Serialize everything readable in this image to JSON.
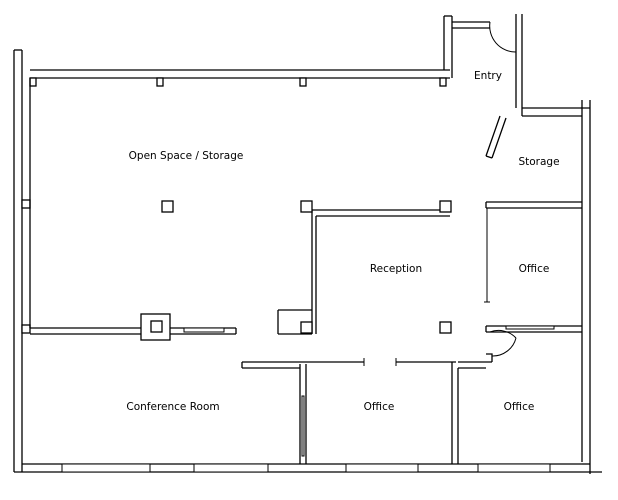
{
  "floor_plan": {
    "rooms": [
      {
        "id": "entry",
        "label": "Entry"
      },
      {
        "id": "open-space-storage",
        "label": "Open Space / Storage"
      },
      {
        "id": "storage",
        "label": "Storage"
      },
      {
        "id": "reception",
        "label": "Reception"
      },
      {
        "id": "office-east",
        "label": "Office"
      },
      {
        "id": "conference-room",
        "label": "Conference Room"
      },
      {
        "id": "office-south-center",
        "label": "Office"
      },
      {
        "id": "office-south-east",
        "label": "Office"
      }
    ]
  }
}
